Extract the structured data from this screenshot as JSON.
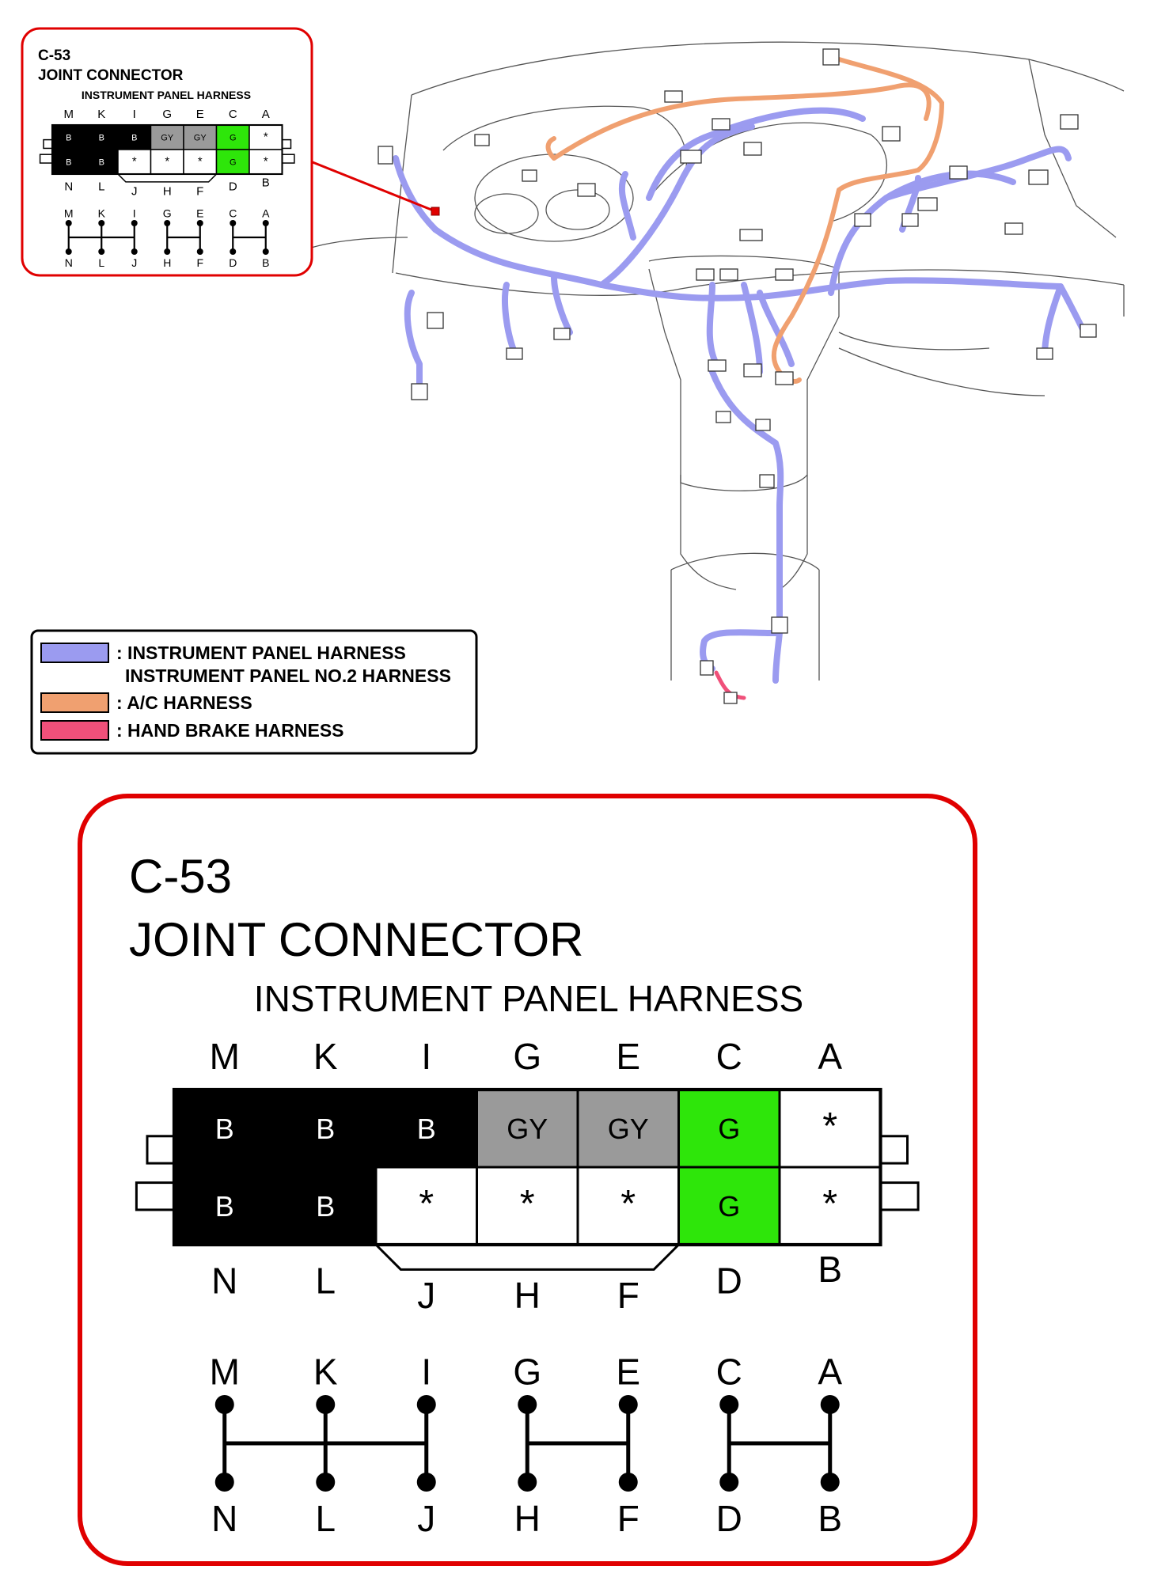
{
  "connector": {
    "id": "C-53",
    "name": "JOINT CONNECTOR",
    "harness": "INSTRUMENT PANEL HARNESS",
    "top_labels": [
      "M",
      "K",
      "I",
      "G",
      "E",
      "C",
      "A"
    ],
    "bottom_labels": [
      "N",
      "L",
      "J",
      "H",
      "F",
      "D",
      "B"
    ],
    "top_row": [
      {
        "pin": "M",
        "wire": "B"
      },
      {
        "pin": "K",
        "wire": "B"
      },
      {
        "pin": "I",
        "wire": "B"
      },
      {
        "pin": "G",
        "wire": "GY"
      },
      {
        "pin": "E",
        "wire": "GY"
      },
      {
        "pin": "C",
        "wire": "G"
      },
      {
        "pin": "A",
        "wire": "*"
      }
    ],
    "bottom_row": [
      {
        "pin": "N",
        "wire": "B"
      },
      {
        "pin": "L",
        "wire": "B"
      },
      {
        "pin": "J",
        "wire": "*"
      },
      {
        "pin": "H",
        "wire": "*"
      },
      {
        "pin": "F",
        "wire": "*"
      },
      {
        "pin": "D",
        "wire": "G"
      },
      {
        "pin": "B",
        "wire": "*"
      }
    ],
    "wire_colors": {
      "B": "#000000",
      "GY": "#9a9a9a",
      "G": "#2ee60a",
      "*": "#ffffff"
    },
    "joints": [
      {
        "top": [
          "M",
          "K",
          "I"
        ],
        "bottom": [
          "N",
          "L",
          "J"
        ]
      },
      {
        "top": [
          "G",
          "E"
        ],
        "bottom": [
          "H",
          "F"
        ]
      },
      {
        "top": [
          "C",
          "A"
        ],
        "bottom": [
          "D",
          "B"
        ]
      }
    ]
  },
  "legend": {
    "items": [
      {
        "lines": [
          ": INSTRUMENT PANEL HARNESS",
          "INSTRUMENT PANEL NO.2 HARNESS"
        ],
        "color": "#9b9bf0"
      },
      {
        "lines": [
          ": A/C HARNESS"
        ],
        "color": "#f0a070"
      },
      {
        "lines": [
          ": HAND BRAKE HARNESS"
        ],
        "color": "#f0507a"
      }
    ]
  },
  "colors": {
    "callout": "#e00000",
    "ip_harness": "#9b9bf0",
    "ac_harness": "#f0a070",
    "hand_brake": "#f0507a"
  }
}
